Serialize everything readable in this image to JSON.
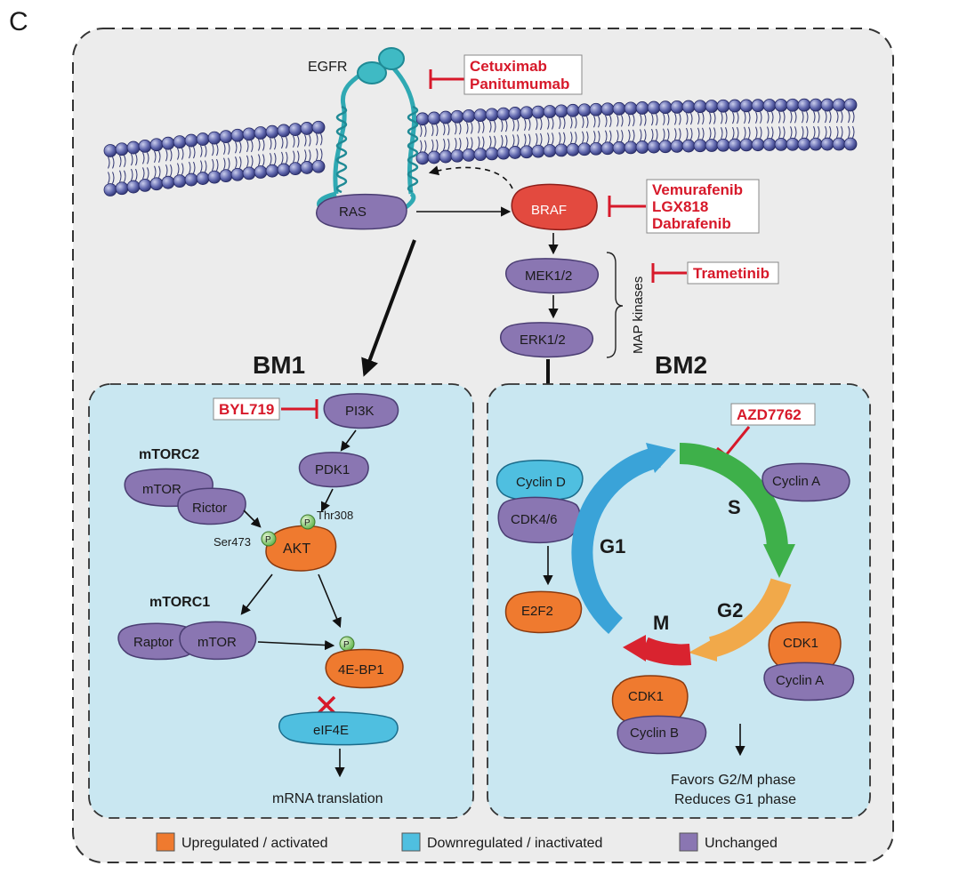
{
  "panel_letter": "C",
  "colors": {
    "upregulated": "#ef7a2f",
    "downregulated": "#4fbfe0",
    "unchanged": "#8a76b2",
    "inhibitor": "#d7192a",
    "g1_arc": "#3aa3d8",
    "s_arc": "#3eb04a",
    "g2_arc": "#f1a94a",
    "m_arc": "#d9232f",
    "box_fill": "#c9e7f1",
    "outer_fill": "#ececec"
  },
  "membrane": {
    "receptor": "EGFR"
  },
  "drugs": {
    "egfr": [
      "Cetuximab",
      "Panitumumab"
    ],
    "braf": [
      "Vemurafenib",
      "LGX818",
      "Dabrafenib"
    ],
    "mek": "Trametinib",
    "pi3k": "BYL719",
    "cell_cycle": "AZD7762"
  },
  "proteins": {
    "ras": "RAS",
    "braf": "BRAF",
    "mek": "MEK1/2",
    "erk": "ERK1/2",
    "map_kinases": "MAP kinases",
    "pi3k": "PI3K",
    "pdk1": "PDK1",
    "akt": "AKT",
    "mtor": "mTOR",
    "rictor": "Rictor",
    "raptor": "Raptor",
    "eif4e": "eIF4E",
    "fourebp1": "4E-BP1",
    "cyclin_d": "Cyclin D",
    "cdk46": "CDK4/6",
    "e2f2": "E2F2",
    "cyclin_a": "Cyclin A",
    "cdk1": "CDK1",
    "cyclin_b": "Cyclin B"
  },
  "labels": {
    "mtorc2": "mTORC2",
    "mtorc1": "mTORC1",
    "thr308": "Thr308",
    "ser473": "Ser473",
    "phospho": "P",
    "mrna_translation": "mRNA translation",
    "favors": "Favors G2/M phase",
    "reduces": "Reduces G1 phase"
  },
  "boxes": {
    "bm1": "BM1",
    "bm2": "BM2"
  },
  "phases": {
    "g1": "G1",
    "s": "S",
    "g2": "G2",
    "m": "M"
  },
  "legend": [
    {
      "label": "Upregulated / activated",
      "color": "#ef7a2f"
    },
    {
      "label": "Downregulated / inactivated",
      "color": "#4fbfe0"
    },
    {
      "label": "Unchanged",
      "color": "#8a76b2"
    }
  ]
}
